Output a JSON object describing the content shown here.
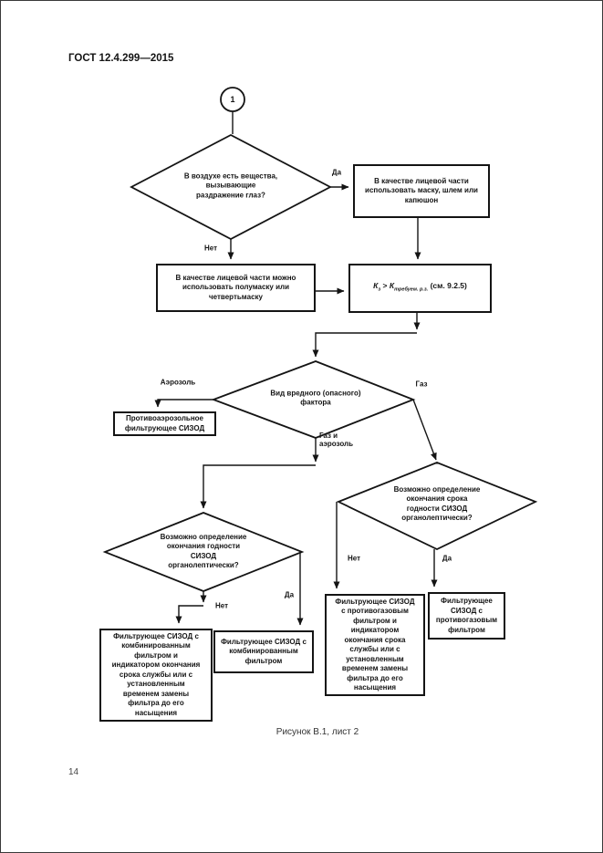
{
  "header": {
    "title": "ГОСТ 12.4.299—2015"
  },
  "footer": {
    "page_number": "14"
  },
  "caption": "Рисунок В.1, лист 2",
  "flowchart": {
    "start_connector": "1",
    "decisions": {
      "irritants": "В воздухе есть вещества,\nвызывающие\nраздражение глаз?",
      "factor_type": "Вид вредного (опасного)\nфактора",
      "shelf_left": "Возможно определение\nокончания годности\nСИЗОД\nорганолептически?",
      "shelf_right": "Возможно определение\nокончания срока\nгодности СИЗОД\nорганолептически?"
    },
    "processes": {
      "mask": "В качестве лицевой части\nиспользовать маску, шлем или\nкапюшон",
      "halfmask": "В качестве лицевой части можно\nиспользовать полумаску или\nчетвертьмаску",
      "antiaerosol": "Противоаэрозольное\nфильтрующее СИЗОД",
      "combined_indicator": "Фильтрующее СИЗОД с\nкомбинированным\nфильтром и\nиндикатором окончания\nсрока службы или с\nустановленным\nвременем замены\nфильтра до его\nнасыщения",
      "combined": "Фильтрующее СИЗОД с\nкомбинированным\nфильтром",
      "gas_indicator": "Фильтрующее СИЗОД\nс противогазовым\nфильтром и\nиндикатором\nокончания срока\nслужбы или с\nустановленным\nвременем замены\nфильтра до его\nнасыщения",
      "gas_filter": "Фильтрующее\nСИЗОД с\nпротивогазовым\nфильтром"
    },
    "formula": {
      "k": "К",
      "k_sub": "з",
      "op": " > ",
      "k2": "К",
      "k2_sub": "требуем. р.з.",
      "ref": " (см. 9.2.5)"
    },
    "labels": {
      "yes": "Да",
      "no": "Нет",
      "aerosol": "Аэрозоль",
      "gas": "Газ",
      "gas_aerosol": "Газ и\nаэрозоль"
    }
  }
}
